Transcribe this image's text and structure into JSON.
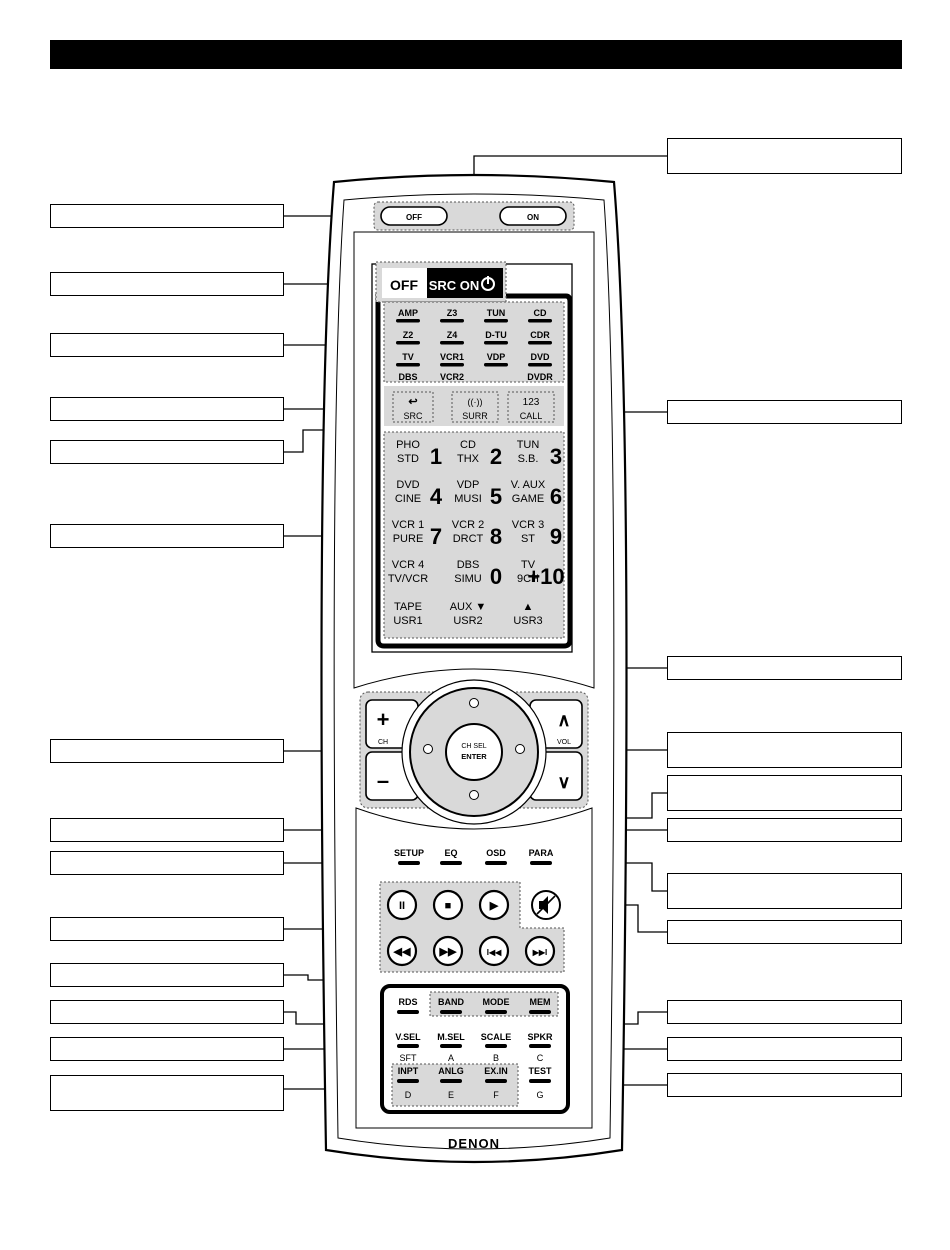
{
  "title_bar": {
    "color": "#000000"
  },
  "power": {
    "off": "OFF",
    "on": "ON"
  },
  "source_power": {
    "off": "OFF",
    "src_on": "SRC ON"
  },
  "sources": [
    {
      "label": "AMP"
    },
    {
      "label": "Z3"
    },
    {
      "label": "TUN"
    },
    {
      "label": "CD"
    },
    {
      "label": "Z2"
    },
    {
      "label": "Z4"
    },
    {
      "label": "D-TU"
    },
    {
      "label": "CDR"
    },
    {
      "label": "TV"
    },
    {
      "label": "VCR1"
    },
    {
      "label": "VDP"
    },
    {
      "label": "DVD"
    },
    {
      "label": "DBS"
    },
    {
      "label": "VCR2"
    },
    {
      "label": "DVDR"
    }
  ],
  "mode_buttons": {
    "src": {
      "top": "↩",
      "bottom": "SRC"
    },
    "surr": {
      "top": "((·))",
      "bottom": "SURR"
    },
    "call": {
      "top": "123",
      "bottom": "CALL"
    }
  },
  "keypad": [
    {
      "top": "PHO",
      "bottom": "STD",
      "digit": "1"
    },
    {
      "top": "CD",
      "bottom": "THX",
      "digit": "2"
    },
    {
      "top": "TUN",
      "bottom": "S.B.",
      "digit": "3"
    },
    {
      "top": "DVD",
      "bottom": "CINE",
      "digit": "4"
    },
    {
      "top": "VDP",
      "bottom": "MUSI",
      "digit": "5"
    },
    {
      "top": "V. AUX",
      "bottom": "GAME",
      "digit": "6"
    },
    {
      "top": "VCR 1",
      "bottom": "PURE",
      "digit": "7"
    },
    {
      "top": "VCR 2",
      "bottom": "DRCT",
      "digit": "8"
    },
    {
      "top": "VCR 3",
      "bottom": "ST",
      "digit": "9"
    },
    {
      "top": "VCR 4",
      "bottom": "TV/VCR",
      "digit": ""
    },
    {
      "top": "DBS",
      "bottom": "SIMU",
      "digit": "0"
    },
    {
      "top": "TV",
      "bottom": "9CH",
      "digit": "+10"
    },
    {
      "top": "TAPE",
      "bottom": "USR1",
      "digit": ""
    },
    {
      "top": "AUX ▼",
      "bottom": "USR2",
      "digit": ""
    },
    {
      "top": "▲",
      "bottom": "USR3",
      "digit": ""
    }
  ],
  "channel": {
    "plus": "+",
    "label": "CH",
    "minus": "–"
  },
  "volume": {
    "up": "∧",
    "label": "VOL",
    "down": "∨"
  },
  "center": {
    "line1": "CH SEL",
    "line2": "ENTER"
  },
  "menu_buttons": {
    "setup": "SETUP",
    "eq": "EQ",
    "osd": "OSD",
    "para": "PARA"
  },
  "transport": [
    {
      "glyph": "II",
      "name": "pause"
    },
    {
      "glyph": "■",
      "name": "stop"
    },
    {
      "glyph": "▶",
      "name": "play"
    },
    {
      "glyph": "◀◀",
      "name": "rewind"
    },
    {
      "glyph": "▶▶",
      "name": "fast-forward"
    },
    {
      "glyph": "I◀◀",
      "name": "skip-back"
    },
    {
      "glyph": "▶▶I",
      "name": "skip-forward"
    }
  ],
  "tuner_row": {
    "rds": "RDS",
    "band": "BAND",
    "mode": "MODE",
    "mem": "MEM"
  },
  "func_row": {
    "vsel": "V.SEL",
    "msel": "M.SEL",
    "scale": "SCALE",
    "spkr": "SPKR",
    "a": "A",
    "b": "B",
    "c": "C"
  },
  "input_row": {
    "sft": "SFT",
    "inpt": "INPT",
    "anlg": "ANLG",
    "exin": "EX.IN",
    "test": "TEST",
    "d": "D",
    "e": "E",
    "f": "F",
    "g": "G"
  },
  "brand": "DENON"
}
